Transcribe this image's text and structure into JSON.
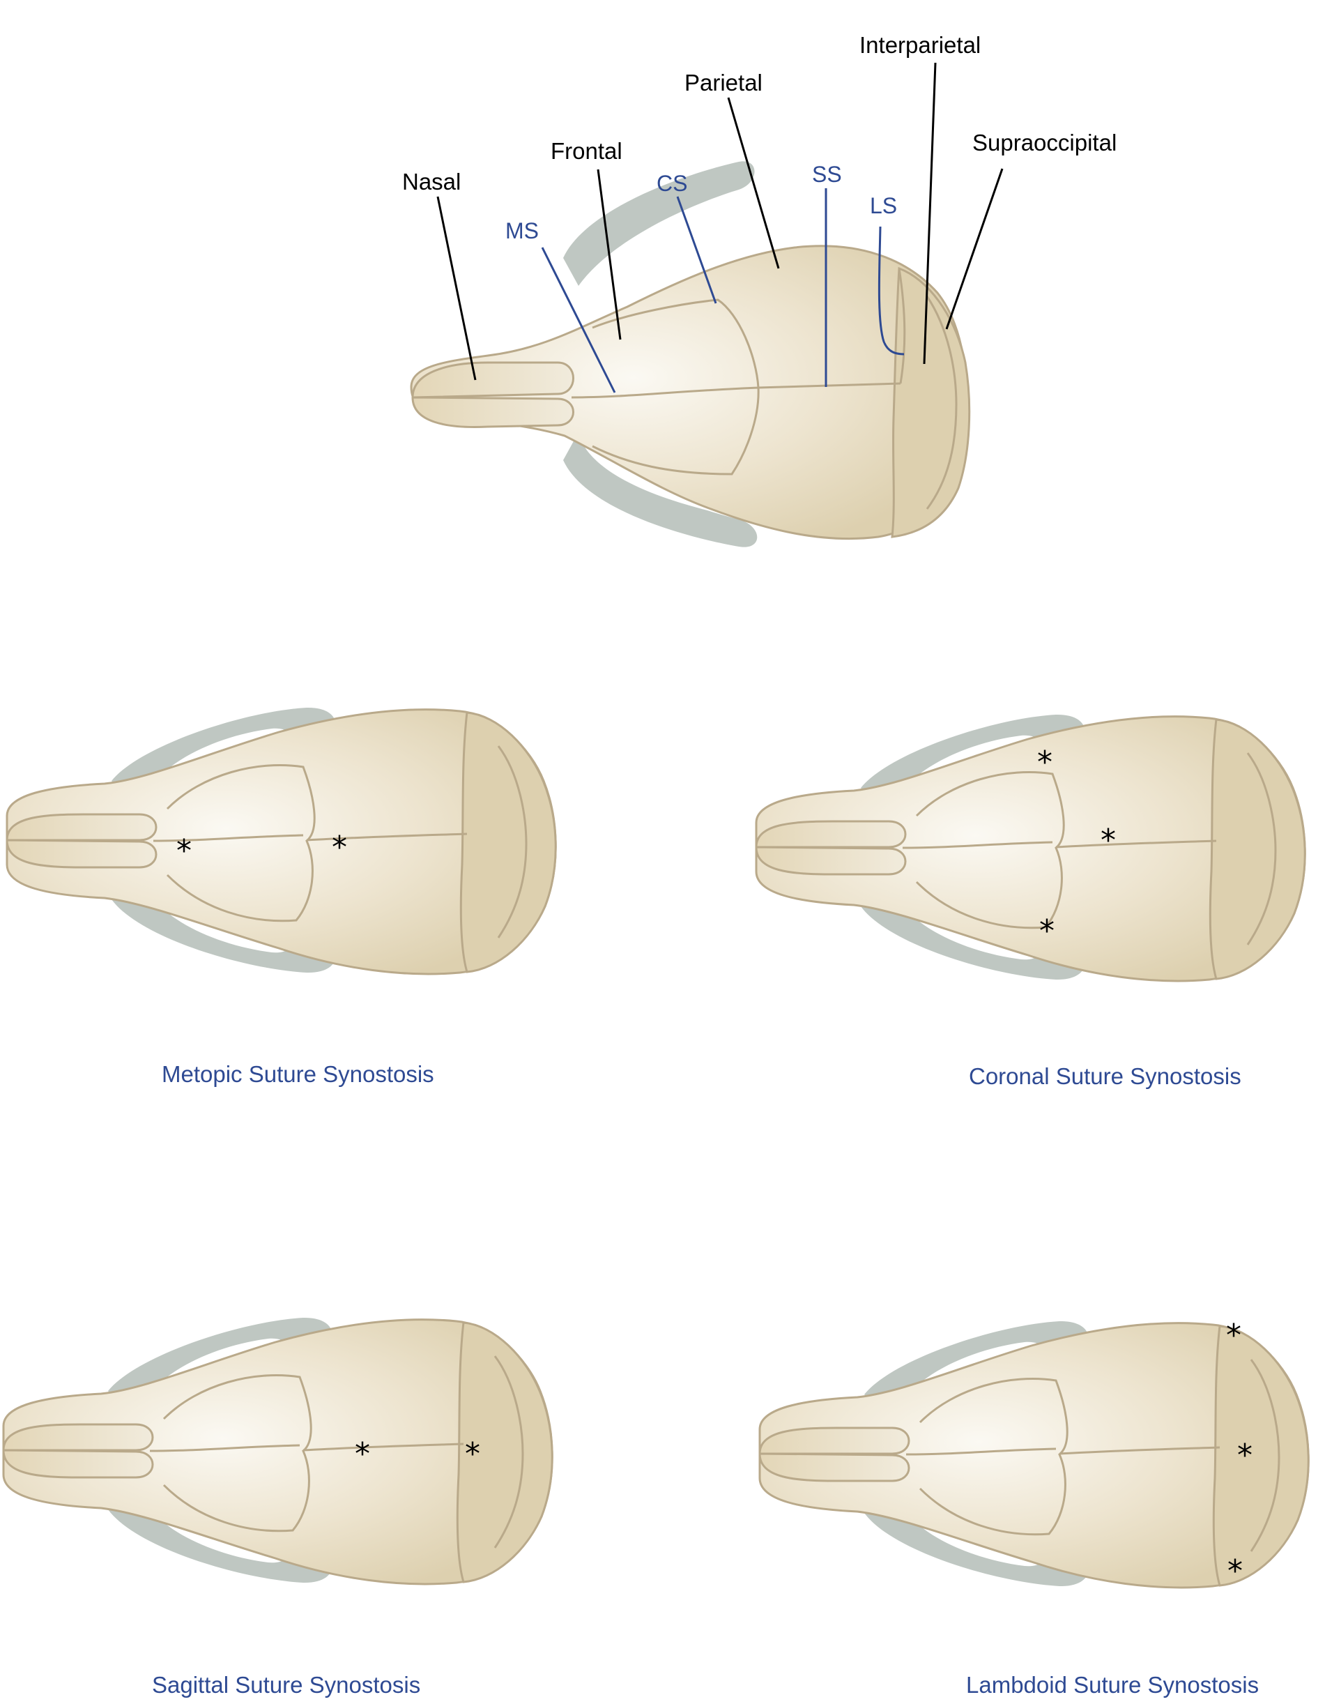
{
  "colors": {
    "bone_light": "#F7F3E9",
    "bone_mid": "#E7DCC3",
    "bone_dark": "#D9CBA6",
    "suture_line": "#B9A98A",
    "zygomatic": "#BFC7C2",
    "suture_label": "#2E4A93",
    "bone_label": "#000000",
    "caption": "#2E4A93"
  },
  "bone_labels": {
    "nasal": "Nasal",
    "frontal": "Frontal",
    "parietal": "Parietal",
    "interparietal": "Interparietal",
    "supraoccipital": "Supraoccipital"
  },
  "suture_labels": {
    "ms": "MS",
    "cs": "CS",
    "ss": "SS",
    "ls": "LS"
  },
  "panels": [
    {
      "caption": "Metopic Suture Synostosis",
      "marker": "*"
    },
    {
      "caption": "Coronal Suture Synostosis",
      "marker": "*"
    },
    {
      "caption": "Sagittal Suture Synostosis",
      "marker": "*"
    },
    {
      "caption": "Lambdoid Suture Synostosis",
      "marker": "*"
    }
  ]
}
